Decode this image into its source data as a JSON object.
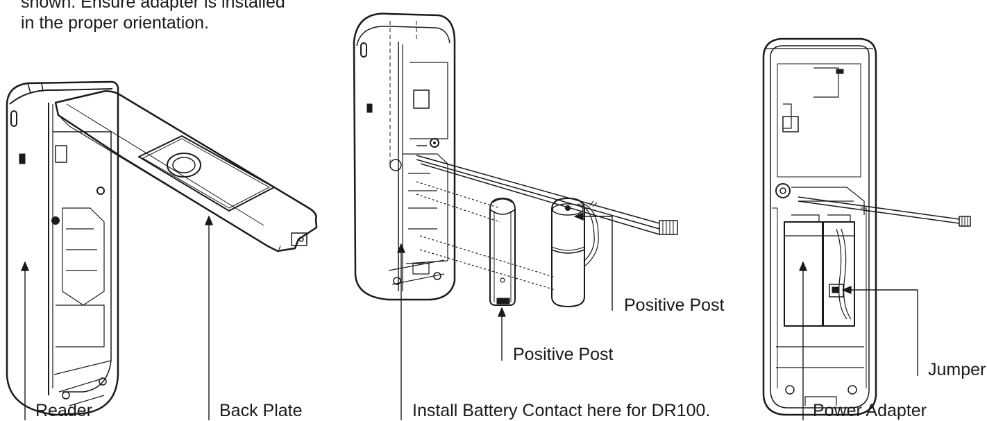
{
  "intro": {
    "line1": "shown. Ensure adapter is installed",
    "line2": "in the proper orientation."
  },
  "labels": {
    "reader": "Reader",
    "back_plate": "Back Plate",
    "install_battery_contact": "Install Battery Contact here for DR100.",
    "positive_post_bottom": "Positive Post",
    "positive_post_right": "Positive Post",
    "power_adapter": "Power Adapter",
    "jumper": "Jumper"
  },
  "colors": {
    "line": "#1a1a1a",
    "background": "#ffffff",
    "shade": "#d9d9d9"
  }
}
